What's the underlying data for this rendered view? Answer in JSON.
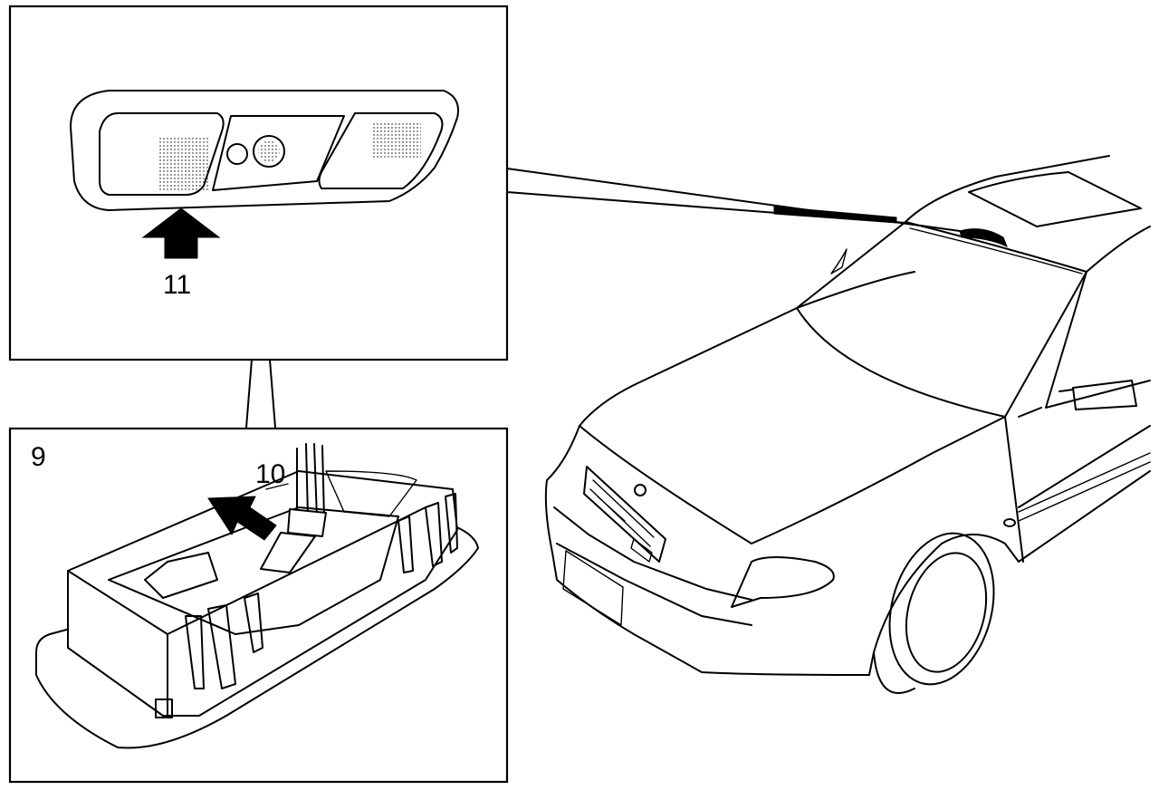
{
  "callouts": {
    "label_9": "9",
    "label_10": "10",
    "label_11": "11"
  },
  "colors": {
    "ink": "#000000",
    "paper": "#ffffff"
  }
}
